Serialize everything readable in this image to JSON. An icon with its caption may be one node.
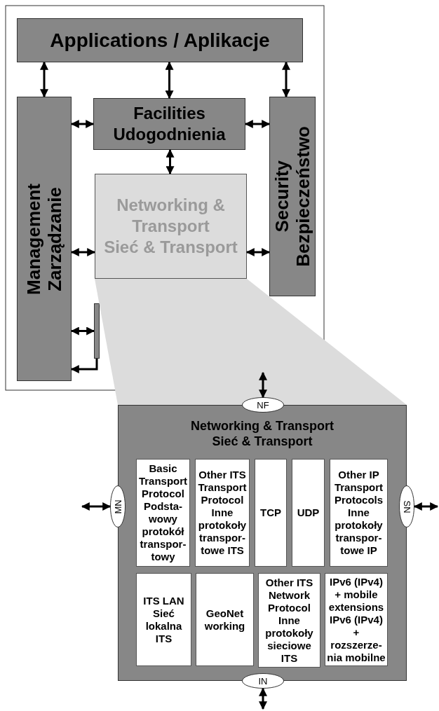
{
  "diagram": {
    "nodes": [
      {
        "text": [
          "Applications / Aplikacje"
        ]
      },
      {
        "text": [
          "Management",
          "Zarządzanie"
        ]
      },
      {
        "text": [
          "Facilities",
          "Udogodnienia"
        ]
      },
      {
        "text": [
          "Networking & Transport",
          "Sieć & Transport"
        ]
      },
      {
        "text": [
          "Security",
          "Bezpieczeństwo"
        ]
      },
      {
        "text": [],
        "shape": "box"
      },
      {
        "text": [
          "Networking & Transport",
          "Sieć & Transport"
        ]
      },
      {
        "text": [
          "NF"
        ]
      },
      {
        "text": [
          "MN"
        ]
      },
      {
        "text": [
          "SN"
        ]
      },
      {
        "text": [
          "IN"
        ]
      },
      {
        "text": [
          "Basic Transport Protocol",
          "Podsta- wowy protokół transpor- towy"
        ],
        "in": 6
      },
      {
        "text": [
          "Other ITS Transport Protocol",
          "Inne protokoły transpor- towe ITS"
        ],
        "in": 6
      },
      {
        "text": [
          "TCP"
        ],
        "in": 6
      },
      {
        "text": [
          "UDP"
        ],
        "in": 6
      },
      {
        "text": [
          "Other IP Transport Protocols",
          "Inne protokoły transpor- towe IP"
        ],
        "in": 6
      },
      {
        "text": [
          "ITS LAN",
          "Sieć lokalna ITS"
        ],
        "in": 6
      },
      {
        "text": [
          "GeoNet working"
        ],
        "in": 6
      },
      {
        "text": [
          "Other ITS Network Protocol",
          "Inne protokoły sieciowe ITS"
        ],
        "in": 6
      },
      {
        "text": [
          "IPv6 (IPv4) + mobile extensions",
          "IPv6 (IPv4) + rozszerze- nia mobilne"
        ],
        "in": 6
      }
    ],
    "edges": [
      {
        "from": 0,
        "to": 1,
        "arrow": "both"
      },
      {
        "from": 0,
        "to": 2,
        "arrow": "both"
      },
      {
        "from": 0,
        "to": 4,
        "arrow": "both"
      },
      {
        "from": 1,
        "to": 2,
        "arrow": "both"
      },
      {
        "from": 2,
        "to": 4,
        "arrow": "both"
      },
      {
        "from": 2,
        "to": 3,
        "arrow": "both"
      },
      {
        "from": 1,
        "to": 3,
        "arrow": "both"
      },
      {
        "from": 3,
        "to": 4,
        "arrow": "both"
      },
      {
        "from": 1,
        "to": 5,
        "arrow": "both"
      },
      {
        "from": 5,
        "to": 1,
        "arrow": "to"
      },
      {
        "from": null,
        "to": 7,
        "arrow": "both"
      },
      {
        "from": null,
        "to": 8,
        "arrow": "both"
      },
      {
        "from": null,
        "to": 9,
        "arrow": "both"
      },
      {
        "from": null,
        "to": 10,
        "arrow": "both"
      }
    ]
  }
}
